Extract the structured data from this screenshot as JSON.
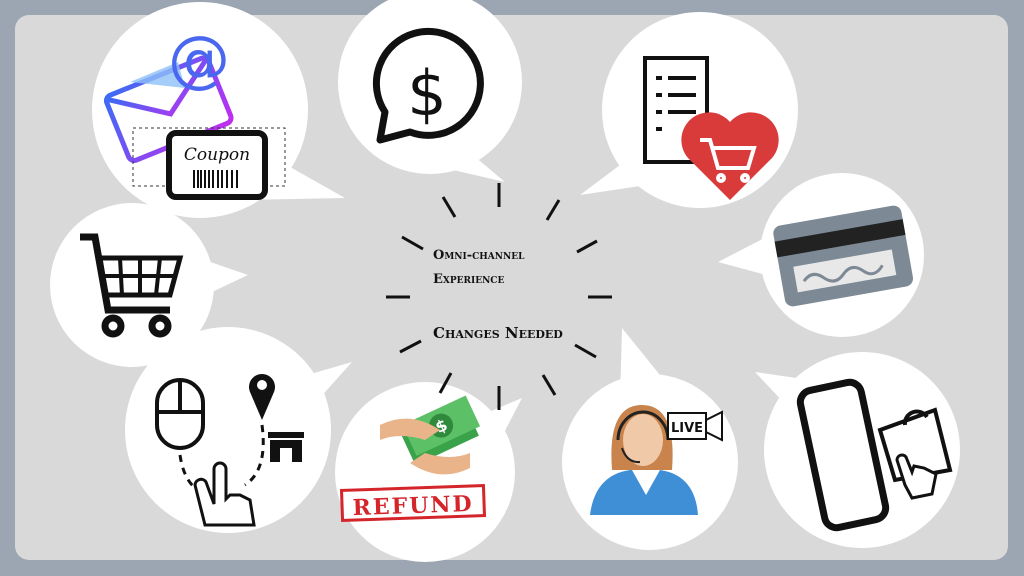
{
  "center": {
    "line1": "Omni-channel",
    "line2": "Experience",
    "line3": "Changes Needed"
  },
  "bubbles": {
    "coupon_label": "Coupon",
    "refund_label": "REFUND",
    "live_label": "LIVE"
  },
  "colors": {
    "frame": "#9ba6b2",
    "panel": "#d9d9d9",
    "heart": "#d93b3b",
    "card": "#7d8a96",
    "refund": "#d4252b",
    "money": "#3aa34a",
    "agent_shirt": "#3f8fd6"
  }
}
